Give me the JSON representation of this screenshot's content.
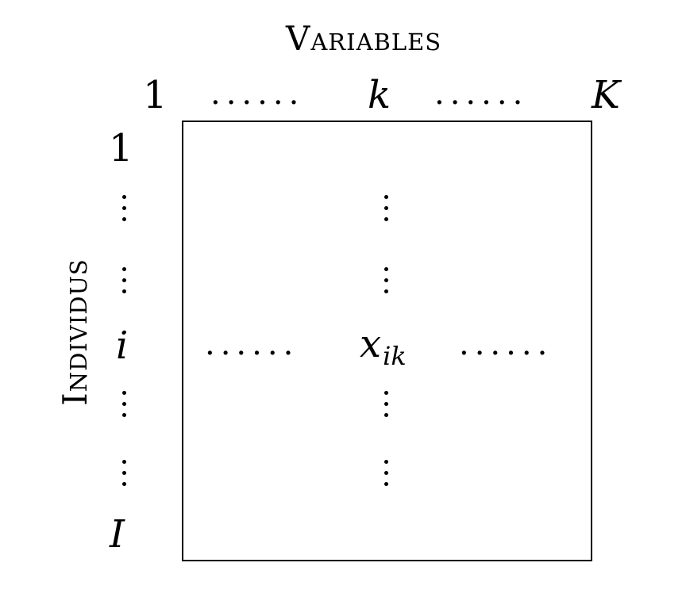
{
  "diagram": {
    "title_top": "Variables",
    "title_side": "Individus",
    "col_labels": {
      "first": "1",
      "middle": "k",
      "last": "K"
    },
    "row_labels": {
      "first": "1",
      "middle": "i",
      "last": "I"
    },
    "cell": {
      "var": "x",
      "sub": "ik"
    },
    "ellipsis": "......"
  }
}
